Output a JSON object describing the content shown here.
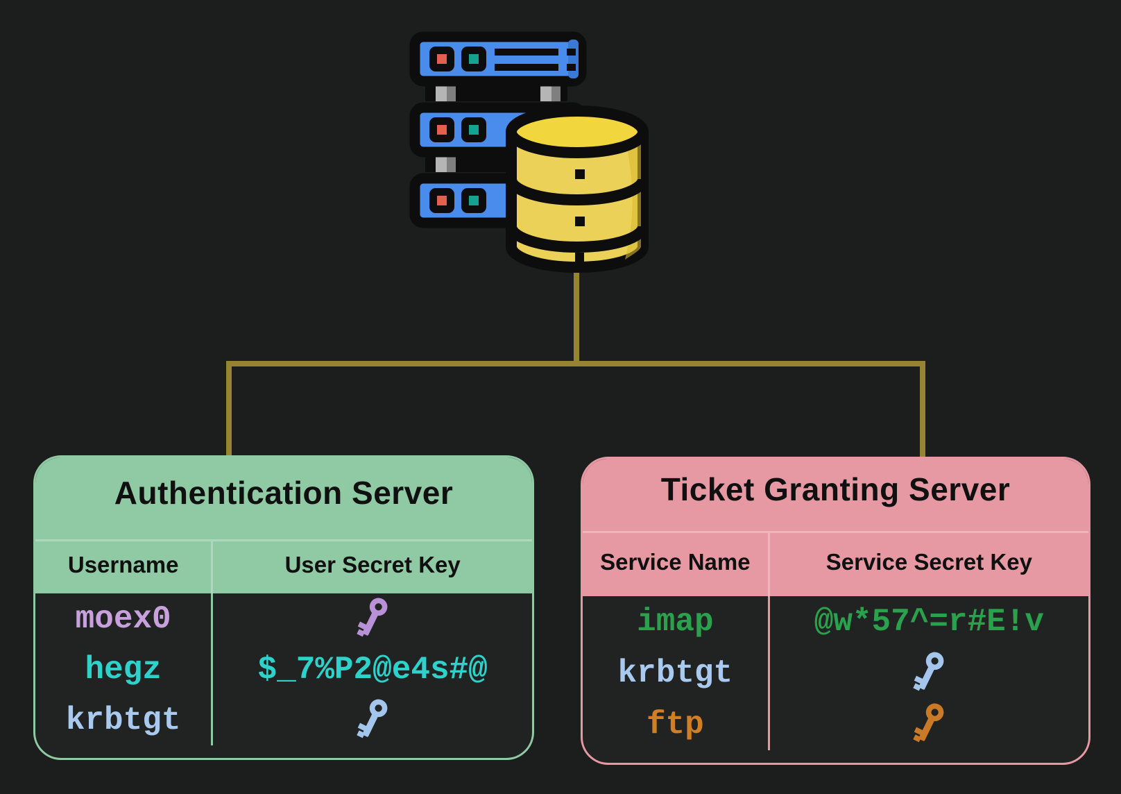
{
  "colors": {
    "background": "#1c1e1d",
    "table_body": "#212322",
    "connector": "#968433",
    "auth_accent": "#8fcaa5",
    "tgs_accent": "#e699a3",
    "header_text": "#101010",
    "server_blue": "#4a8cec",
    "server_blue_dark": "#3b79d6",
    "led_red": "#e2604d",
    "led_teal": "#14a390",
    "gray_light": "#b5b5b5",
    "gray_dark": "#7f7f7f",
    "db_yellow": "#ecd158",
    "db_yellow_top": "#f1d63e",
    "db_yellow_shade": "#d8b92f",
    "outline_black": "#0d0d0d"
  },
  "icon": {
    "name": "server-database-icon"
  },
  "auth_table": {
    "title": "Authentication Server",
    "accent": "#8fcaa5",
    "columns": [
      "Username",
      "User Secret Key"
    ],
    "rows": [
      {
        "name": "moex0",
        "name_color": "#c7a0dd",
        "secret": {
          "type": "key-icon",
          "color": "#b991d6"
        }
      },
      {
        "name": "hegz",
        "name_color": "#2fd2cb",
        "secret": {
          "type": "text",
          "value": "$_7%P2@e4s#@",
          "color": "#2fd2cb"
        }
      },
      {
        "name": "krbtgt",
        "name_color": "#a9c9ee",
        "secret": {
          "type": "key-icon",
          "color": "#a5c6ec"
        }
      }
    ]
  },
  "tgs_table": {
    "title": "Ticket Granting Server",
    "accent": "#e699a3",
    "columns": [
      "Service Name",
      "Service Secret Key"
    ],
    "rows": [
      {
        "name": "imap",
        "name_color": "#2aa14c",
        "secret": {
          "type": "text",
          "value": "@w*57^=r#E!v",
          "color": "#2aa14c"
        }
      },
      {
        "name": "krbtgt",
        "name_color": "#a9c9ee",
        "secret": {
          "type": "key-icon",
          "color": "#a5c6ec"
        }
      },
      {
        "name": "ftp",
        "name_color": "#d07f24",
        "secret": {
          "type": "key-icon",
          "color": "#ca7a27"
        }
      }
    ]
  }
}
